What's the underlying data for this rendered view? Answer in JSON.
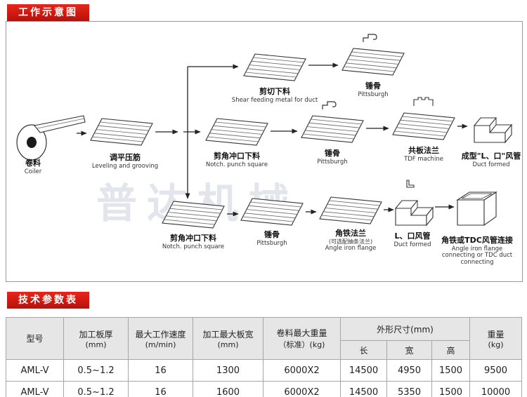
{
  "sections": {
    "diagram_title": "工作示意图",
    "table_title": "技术参数表"
  },
  "watermark": "普达机械",
  "diagram": {
    "steps": {
      "coiler": {
        "cn": "卷料",
        "en": "Coiler"
      },
      "leveling": {
        "cn": "调平压筋",
        "en": "Leveling and grooving"
      },
      "shear": {
        "cn": "剪切下料",
        "en": "Shear feeding metal for duct"
      },
      "pittsburgh_top": {
        "cn": "锤骨",
        "en": "Pittsburgh"
      },
      "notch_mid": {
        "cn": "剪角冲口下料",
        "en": "Notch. punch square"
      },
      "pittsburgh_mid": {
        "cn": "锤骨",
        "en": "Pittsburgh"
      },
      "tdf": {
        "cn": "共板法兰",
        "en": "TDF machine"
      },
      "duct_formed_mid": {
        "cn": "成型\"L、口\"风管",
        "en": "Duct formed"
      },
      "notch_bot": {
        "cn": "剪角冲口下料",
        "en": "Notch. punch square"
      },
      "pittsburgh_bot": {
        "cn": "锤骨",
        "en": "Pittsburgh"
      },
      "angle_flange": {
        "cn": "角铁法兰",
        "note": "(可选配抽条法兰)",
        "en": "Angle iron flange"
      },
      "duct_formed_bot": {
        "cn": "L、口风管",
        "en": "Duct formed"
      },
      "connect": {
        "cn": "角铁或TDC风管连接",
        "en": "Angle iron flange connecting or TDC duct connecting"
      }
    }
  },
  "table": {
    "headers": {
      "model": "型号",
      "thickness": "加工板厚",
      "thickness_unit": "(mm)",
      "speed": "最大工作速度",
      "speed_unit": "(m/min)",
      "max_width": "加工最大板宽",
      "max_width_unit": "(mm)",
      "coil_weight": "卷料最大重量",
      "coil_weight_unit": "（标准）(kg)",
      "dimensions": "外形尺寸(mm)",
      "length": "长",
      "width": "宽",
      "height": "高",
      "weight": "重量",
      "weight_unit": "(kg)"
    },
    "rows": [
      [
        "AML-V",
        "0.5~1.2",
        "16",
        "1300",
        "6000X2",
        "14500",
        "4950",
        "1500",
        "9500"
      ],
      [
        "AML-V",
        "0.5~1.2",
        "16",
        "1600",
        "6000X2",
        "14500",
        "5350",
        "1500",
        "10000"
      ]
    ]
  }
}
